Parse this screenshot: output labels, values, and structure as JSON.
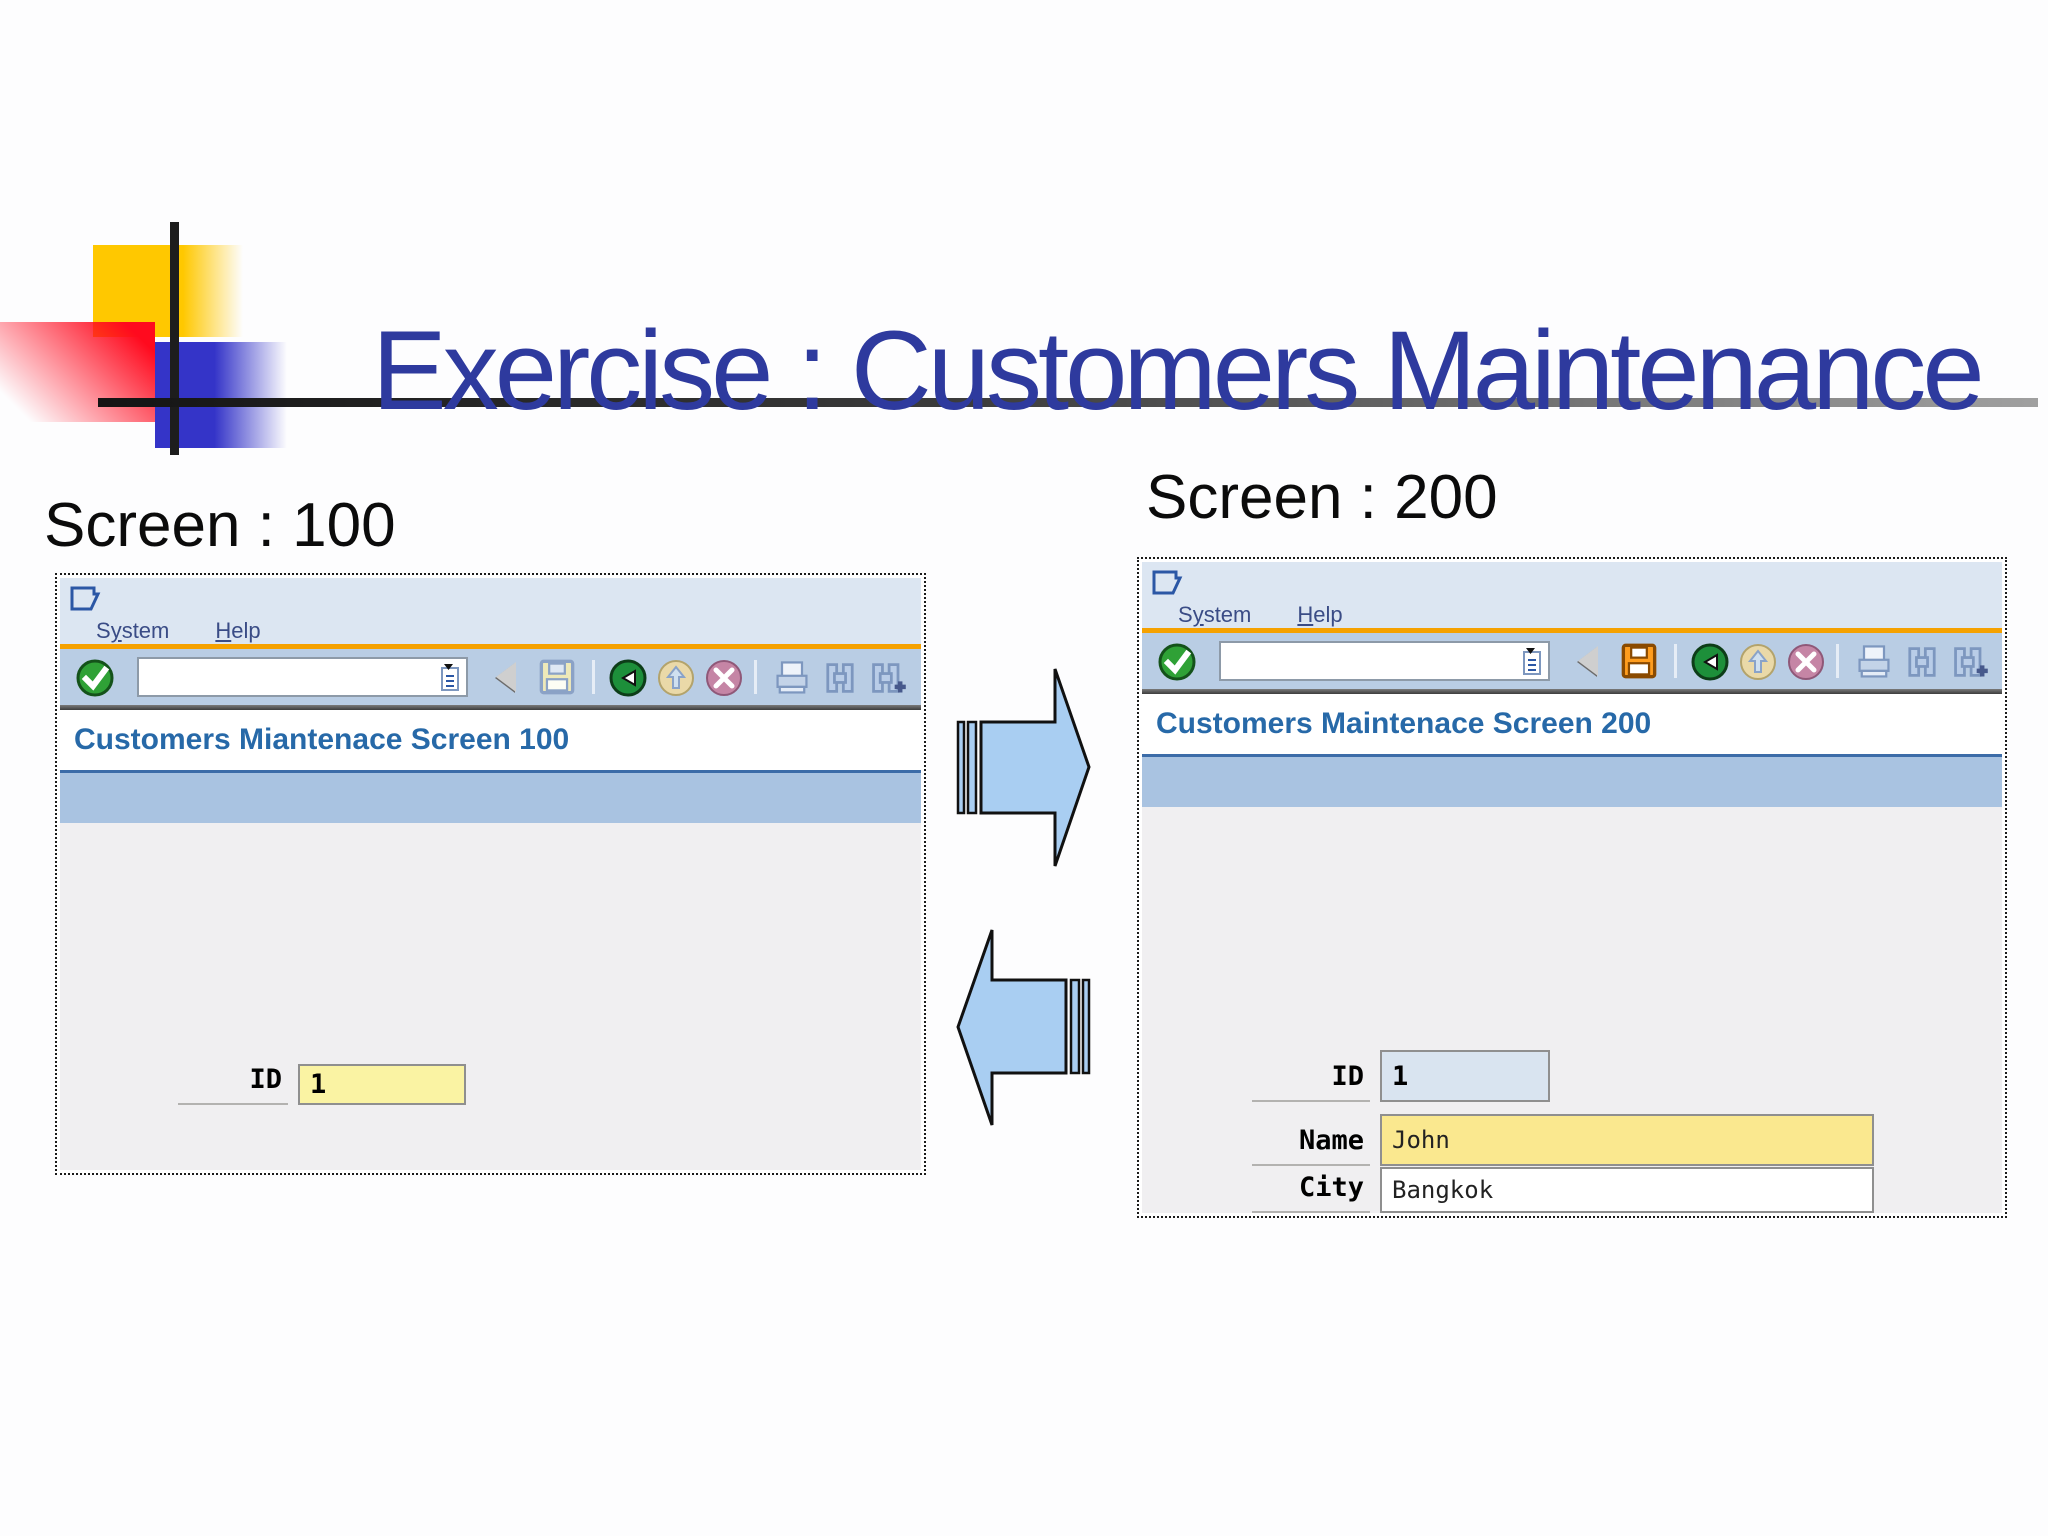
{
  "slide": {
    "title": "Exercise : Customers Maintenance",
    "screen100_label": "Screen : 100",
    "screen200_label": "Screen : 200"
  },
  "win100": {
    "menu": {
      "system_pre": "S",
      "system_key": "y",
      "system_post": "stem",
      "help_key": "H",
      "help_post": "elp"
    },
    "command": {
      "value": ""
    },
    "screen_title": "Customers Miantenace Screen 100",
    "fields": [
      {
        "label": "ID",
        "value": "1"
      }
    ]
  },
  "win200": {
    "menu": {
      "system_pre": "S",
      "system_key": "y",
      "system_post": "stem",
      "help_key": "H",
      "help_post": "elp"
    },
    "command": {
      "value": ""
    },
    "screen_title": "Customers Maintenace Screen 200",
    "fields": [
      {
        "label": "ID",
        "value": "1"
      },
      {
        "label": "Name",
        "value": "John"
      },
      {
        "label": "City",
        "value": "Bangkok"
      }
    ]
  },
  "toolbar_icons": [
    "enter-check",
    "command-history",
    "back-triangle",
    "save",
    "back",
    "exit",
    "cancel",
    "print",
    "find",
    "find-next"
  ],
  "colors": {
    "slide_title_text": "#2e3a9e",
    "sap_screen_title_text": "#2769a8",
    "orange_bar": "#f5a100",
    "titlebar_bg": "#dce6f2",
    "toolbar_bg": "#b9cde4",
    "blue_band_bg": "#a9c3e1",
    "content_bg": "#f0eff1",
    "id_field_yellow": "#faf3a3",
    "id_field_blue": "#d9e4f0",
    "name_field_yellow": "#fae88f",
    "arrow_fill": "#a9cef2"
  }
}
